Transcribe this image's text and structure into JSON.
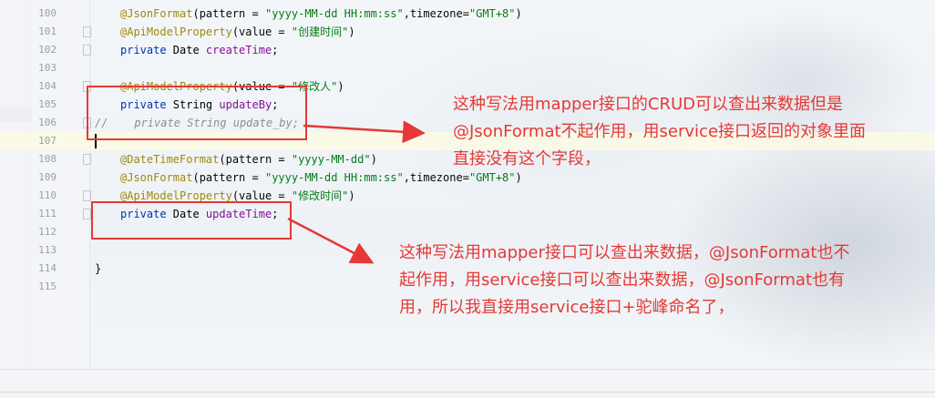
{
  "editor": {
    "lines": [
      {
        "num": "100",
        "tokens": [
          {
            "t": "@JsonFormat",
            "c": "anno"
          },
          {
            "t": "(pattern = ",
            "c": "plain"
          },
          {
            "t": "\"yyyy-MM-dd HH:mm:ss\"",
            "c": "str"
          },
          {
            "t": ",timezone=",
            "c": "plain"
          },
          {
            "t": "\"GMT+8\"",
            "c": "str"
          },
          {
            "t": ")",
            "c": "plain"
          }
        ]
      },
      {
        "num": "101",
        "tokens": [
          {
            "t": "@ApiModelProperty",
            "c": "anno"
          },
          {
            "t": "(value = ",
            "c": "plain"
          },
          {
            "t": "\"创建时间\"",
            "c": "str"
          },
          {
            "t": ")",
            "c": "plain"
          }
        ]
      },
      {
        "num": "102",
        "tokens": [
          {
            "t": "private ",
            "c": "kw"
          },
          {
            "t": "Date ",
            "c": "ty"
          },
          {
            "t": "createTime",
            "c": "fld"
          },
          {
            "t": ";",
            "c": "plain"
          }
        ]
      },
      {
        "num": "103",
        "tokens": []
      },
      {
        "num": "104",
        "tokens": [
          {
            "t": "@ApiModelProperty",
            "c": "anno"
          },
          {
            "t": "(value = ",
            "c": "plain"
          },
          {
            "t": "\"修改人\"",
            "c": "str"
          },
          {
            "t": ")",
            "c": "plain"
          }
        ]
      },
      {
        "num": "105",
        "tokens": [
          {
            "t": "private ",
            "c": "kw"
          },
          {
            "t": "String ",
            "c": "ty"
          },
          {
            "t": "updateBy",
            "c": "fld"
          },
          {
            "t": ";",
            "c": "plain"
          }
        ]
      },
      {
        "num": "106",
        "tokens": [
          {
            "t": "//    private String update_by;",
            "c": "cmt"
          }
        ]
      },
      {
        "num": "107",
        "tokens": []
      },
      {
        "num": "108",
        "tokens": [
          {
            "t": "@DateTimeFormat",
            "c": "anno"
          },
          {
            "t": "(pattern = ",
            "c": "plain"
          },
          {
            "t": "\"yyyy-MM-dd\"",
            "c": "str"
          },
          {
            "t": ")",
            "c": "plain"
          }
        ]
      },
      {
        "num": "109",
        "tokens": [
          {
            "t": "@JsonFormat",
            "c": "anno"
          },
          {
            "t": "(pattern = ",
            "c": "plain"
          },
          {
            "t": "\"yyyy-MM-dd HH:mm:ss\"",
            "c": "str"
          },
          {
            "t": ",timezone=",
            "c": "plain"
          },
          {
            "t": "\"GMT+8\"",
            "c": "str"
          },
          {
            "t": ")",
            "c": "plain"
          }
        ]
      },
      {
        "num": "110",
        "tokens": [
          {
            "t": "@ApiModelProperty",
            "c": "anno"
          },
          {
            "t": "(value = ",
            "c": "plain"
          },
          {
            "t": "\"修改时间\"",
            "c": "str"
          },
          {
            "t": ")",
            "c": "plain"
          }
        ]
      },
      {
        "num": "111",
        "tokens": [
          {
            "t": "private ",
            "c": "kw"
          },
          {
            "t": "Date ",
            "c": "ty"
          },
          {
            "t": "updateTime",
            "c": "fld"
          },
          {
            "t": ";",
            "c": "plain"
          }
        ]
      },
      {
        "num": "112",
        "tokens": []
      },
      {
        "num": "113",
        "tokens": []
      },
      {
        "num": "114",
        "tokens": [
          {
            "t": "}",
            "c": "plain"
          }
        ]
      },
      {
        "num": "115",
        "tokens": []
      }
    ],
    "current_line": "107"
  },
  "annotations": {
    "note1": [
      "这种写法用mapper接口的CRUD可以查出来数据但是",
      "@JsonFormat不起作用，用service接口返回的对象里面",
      "直接没有这个字段，"
    ],
    "note2": [
      "这种写法用mapper接口可以查出来数据，@JsonFormat也不",
      "起作用，用service接口可以查出来数据，@JsonFormat也有",
      "用，所以我直接用service接口+驼峰命名了，"
    ],
    "color": "#e53935"
  }
}
